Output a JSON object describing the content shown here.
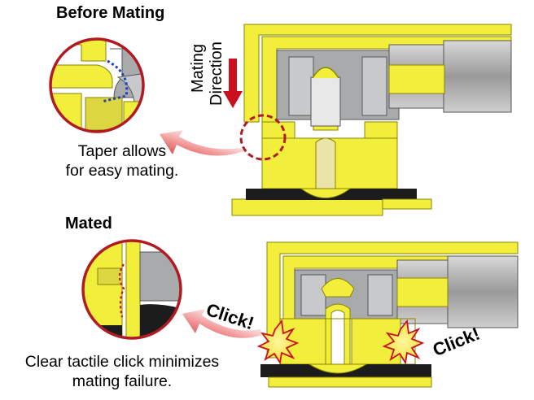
{
  "headings": {
    "before": "Before Mating",
    "mated": "Mated"
  },
  "direction_label": {
    "line1": "Mating",
    "line2": "Direction"
  },
  "captions": {
    "taper_line1": "Taper allows",
    "taper_line2": "for easy mating.",
    "click_line1": "Clear tactile click minimizes",
    "click_line2": "mating failure."
  },
  "click_labels": {
    "left": "Click!",
    "right": "Click!"
  },
  "colors": {
    "yellow": "#f2ee3c",
    "yellow_dark": "#b9b000",
    "gray": "#a9aaab",
    "gray_light": "#cfd0d0",
    "black": "#1c1c1c",
    "red": "#c9101c",
    "red_border": "#b01a22",
    "arrow_red": "#e45a5a"
  }
}
